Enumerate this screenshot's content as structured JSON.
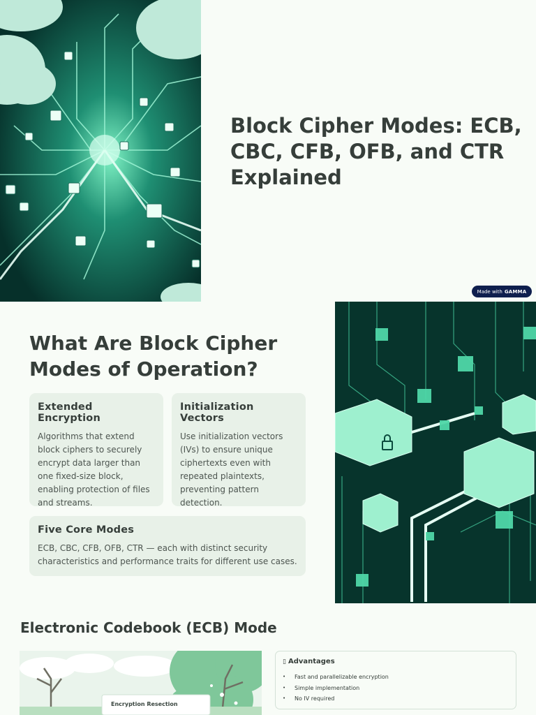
{
  "slide1": {
    "title": "Block Cipher Modes: ECB, CBC, CFB, OFB, and CTR Explained",
    "badge": {
      "prefix": "Made with",
      "brand": "GAMMA"
    }
  },
  "slide2": {
    "title": "What Are Block Cipher Modes of Operation?",
    "cards": [
      {
        "heading": "Extended Encryption",
        "body": "Algorithms that extend block ciphers to securely encrypt data larger than one fixed-size block, enabling protection of files and streams."
      },
      {
        "heading": "Initialization Vectors",
        "body": "Use initialization vectors (IVs) to ensure unique ciphertexts even with repeated plaintexts, preventing pattern detection."
      },
      {
        "heading": "Five Core Modes",
        "body": "ECB, CBC, CFB, OFB, CTR — each with distinct security characteristics and performance traits for different use cases."
      }
    ]
  },
  "slide3": {
    "title": "Electronic Codebook (ECB) Mode",
    "image_caption": "Encryption Resection",
    "advantages": {
      "icon": "thumbs-up-icon",
      "glyph": "▯",
      "heading": "Advantages",
      "items": [
        "Fast and parallelizable encryption",
        "Simple implementation",
        "No IV required"
      ]
    }
  },
  "colors": {
    "accent": "#3ccf9c",
    "dark_bg": "#06302a",
    "card_bg": "#e8f1e8",
    "badge_bg": "#0f1f4e"
  }
}
